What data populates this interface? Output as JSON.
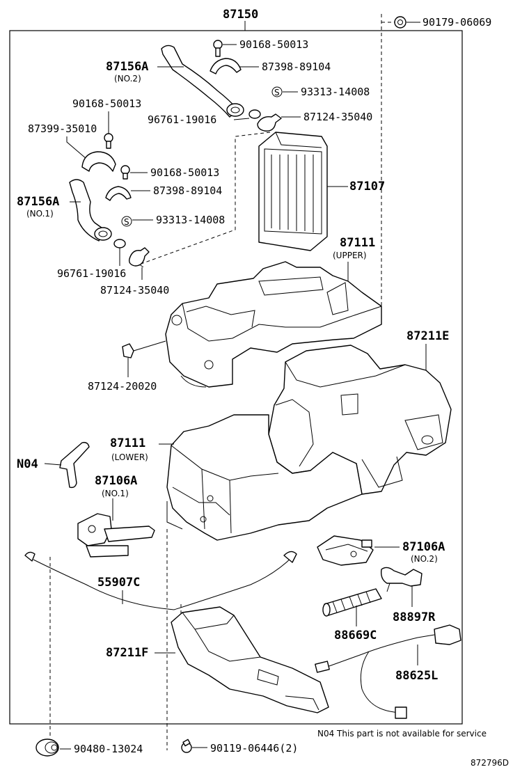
{
  "assembly": {
    "number": "87150"
  },
  "parts": {
    "p_90179": "90179-06069",
    "p_90168_top": "90168-50013",
    "p_87398_top": "87398-89104",
    "p_87156A_no2": "87156A",
    "p_87156A_no2_sub": "(NO.2)",
    "p_93313_top": "93313-14008",
    "p_90168_left": "90168-50013",
    "p_87124_35040_top": "87124-35040",
    "p_96761_top": "96761-19016",
    "p_87399": "87399-35010",
    "p_90168_mid": "90168-50013",
    "p_87107": "87107",
    "p_87398_mid": "87398-89104",
    "p_87156A_no1": "87156A",
    "p_87156A_no1_sub": "(NO.1)",
    "p_93313_mid": "93313-14008",
    "p_87111_upper": "87111",
    "p_87111_upper_sub": "(UPPER)",
    "p_96761_mid": "96761-19016",
    "p_87124_35040_mid": "87124-35040",
    "p_87211E": "87211E",
    "p_87124_20020": "87124-20020",
    "p_87111_lower": "87111",
    "p_87111_lower_sub": "(LOWER)",
    "p_N04": "N04",
    "p_87106A_no1": "87106A",
    "p_87106A_no1_sub": "(NO.1)",
    "p_87106A_no2": "87106A",
    "p_87106A_no2_sub": "(NO.2)",
    "p_55907C": "55907C",
    "p_88897R": "88897R",
    "p_88669C": "88669C",
    "p_87211F": "87211F",
    "p_88625L": "88625L",
    "p_90480": "90480-13024",
    "p_90119": "90119-06446(2)"
  },
  "symbols": {
    "s_mark": "S"
  },
  "footer": {
    "note": "N04 This part is not available for service",
    "diagram_code": "872796D"
  },
  "icons": {
    "bolt": "bolt-icon",
    "grommet": "grommet-icon",
    "nut": "nut-icon"
  }
}
